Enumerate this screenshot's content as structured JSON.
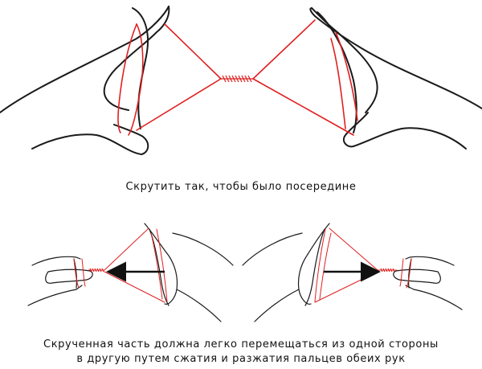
{
  "captions": {
    "top": "Скрутить так, чтобы было посередине",
    "bottom_line1": "Скрученная часть должна легко перемещаться из одной стороны",
    "bottom_line2": "в другую путем сжатия и разжатия пальцев обеих рук"
  },
  "colors": {
    "string": "#e02020",
    "outline": "#1a1a1a",
    "background": "#ffffff"
  },
  "icons": [
    "left-hand-icon",
    "right-hand-icon",
    "twisted-string-icon",
    "arrow-left-icon",
    "arrow-right-icon"
  ]
}
